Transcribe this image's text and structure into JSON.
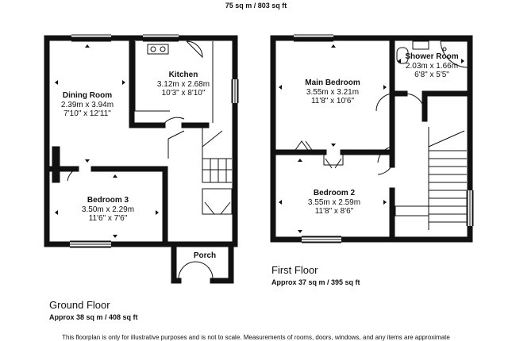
{
  "header": {
    "total_area": "75 sq m / 803 sq ft"
  },
  "ground_floor": {
    "title": "Ground Floor",
    "area": "Approx 38 sq m / 408 sq ft",
    "rooms": [
      {
        "name": "Dining Room",
        "metric": "2.39m x 3.94m",
        "imperial": "7'10\" x 12'11\""
      },
      {
        "name": "Kitchen",
        "metric": "3.12m x 2.68m",
        "imperial": "10'3\" x 8'10\""
      },
      {
        "name": "Bedroom 3",
        "metric": "3.50m x 2.29m",
        "imperial": "11'6\" x 7'6\""
      },
      {
        "name": "Porch"
      }
    ]
  },
  "first_floor": {
    "title": "First Floor",
    "area": "Approx 37 sq m / 395 sq ft",
    "rooms": [
      {
        "name": "Main Bedroom",
        "metric": "3.55m x 3.21m",
        "imperial": "11'8\" x 10'6\""
      },
      {
        "name": "Shower Room",
        "metric": "2.03m x 1.66m",
        "imperial": "6'8\" x 5'5\""
      },
      {
        "name": "Bedroom 2",
        "metric": "3.55m x 2.59m",
        "imperial": "11'8\" x 8'6\""
      }
    ]
  },
  "disclaimer": "This floorplan is only for illustrative purposes and is not to scale. Measurements of rooms, doors, windows, and any items are approximate"
}
